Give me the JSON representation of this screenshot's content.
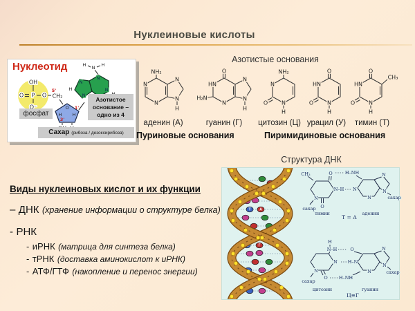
{
  "slide": {
    "title": "Нуклеиновые кислоты"
  },
  "nucleotide": {
    "title": "Нуклеотид",
    "phosphate_label": "фосфат",
    "base_label_line1": "Азотистое",
    "base_label_line2": "основание –",
    "base_label_line3": "одно из 4",
    "sugar_label": "Сахар",
    "sugar_sublabel": "(рибоза / дезоксирибоза)",
    "atoms": {
      "oh": "OH",
      "o_left": "O",
      "p": "P",
      "o_right": "O",
      "o_minus": "O⁻",
      "ch2": "CH₂",
      "five_prime": "5'",
      "one_prime": "1'",
      "three_prime": "3'",
      "ring_o": "O",
      "h_left": "H",
      "h_right": "H",
      "oh_bottom": "OH",
      "h_bottom": "H",
      "amino_h1": "H",
      "amino_n": "N",
      "amino_h2": "H",
      "n1": "N",
      "n2": "N",
      "n3": "N",
      "n4": "N",
      "h_out_left": "H",
      "h_out_right": "H"
    }
  },
  "bases": {
    "heading": "Азотистые основания",
    "purine_group": "Пуриновые основания",
    "pyrimidine_group": "Пиримидиновые основания",
    "adenine": {
      "name": "аденин (А)",
      "amino": "NH₂",
      "n_ul": "N",
      "n_b": "N",
      "n_pt": "N",
      "n_pb": "N",
      "h": "H"
    },
    "guanine": {
      "name": "гуанин (Г)",
      "oxo": "O",
      "hn": "HN",
      "amino": "H₂N",
      "n_b": "N",
      "n_pt": "N",
      "n_pb": "N",
      "h": "H"
    },
    "cytosine": {
      "name": "цитозин (Ц)",
      "amino": "NH₂",
      "n_ul": "N",
      "oxo": "O",
      "n_b": "N",
      "h": "H"
    },
    "uracil": {
      "name": "урацил (У)",
      "oxo_top": "O",
      "hn": "HN",
      "oxo": "O",
      "n_b": "N",
      "h": "H"
    },
    "thymine": {
      "name": "тимин (Т)",
      "oxo_top": "O",
      "methyl": "CH₃",
      "hn": "HN",
      "oxo": "O",
      "n_b": "N",
      "h": "H"
    }
  },
  "dna": {
    "heading": "Структура ДНК",
    "helix_letters": [
      "Т",
      "А",
      "Ц",
      "Г"
    ],
    "pair_ta": {
      "methyl": "CH₃",
      "o_top": "O",
      "h_nh": "H–NH",
      "n_h": "N–H",
      "n_acceptor": "N",
      "n_bl": "N",
      "o_bottom": "O",
      "n_top": "N",
      "n9": "N",
      "n_bottom": "N",
      "sugar_left": "сахар",
      "sugar_right": "сахар",
      "left_name": "тимин",
      "bond_label": "Т = А",
      "right_name": "аденин"
    },
    "pair_cg": {
      "h_top": "H",
      "n_h": "N–H",
      "o_right": "O",
      "n_mid": "N",
      "h_n": "H–N",
      "o_left": "O",
      "h_nh": "H–NH",
      "n_bl": "N",
      "n_top": "N",
      "n9": "N",
      "n_bottom": "N",
      "sugar_left": "сахар",
      "sugar_right": "сахар",
      "left_name": "цитозин",
      "bond_label": "Ц≡Г",
      "right_name": "гуанин"
    }
  },
  "functions": {
    "heading": "Виды нуклеиновых кислот и их функции",
    "dna_prefix": "–",
    "dna_name": "ДНК",
    "dna_desc": "(хранение информации о структуре белка)",
    "rna_prefix": "-",
    "rna_name": "РНК",
    "items": [
      {
        "prefix": "-",
        "name": "иРНК",
        "desc": "(матрица для синтеза белка)"
      },
      {
        "prefix": "-",
        "name": "тРНК",
        "desc": "(доставка аминокислот к иРНК)"
      },
      {
        "prefix": "-",
        "name": "АТФ/ГТФ",
        "desc": "(накопление и перенос энергии)"
      }
    ]
  }
}
